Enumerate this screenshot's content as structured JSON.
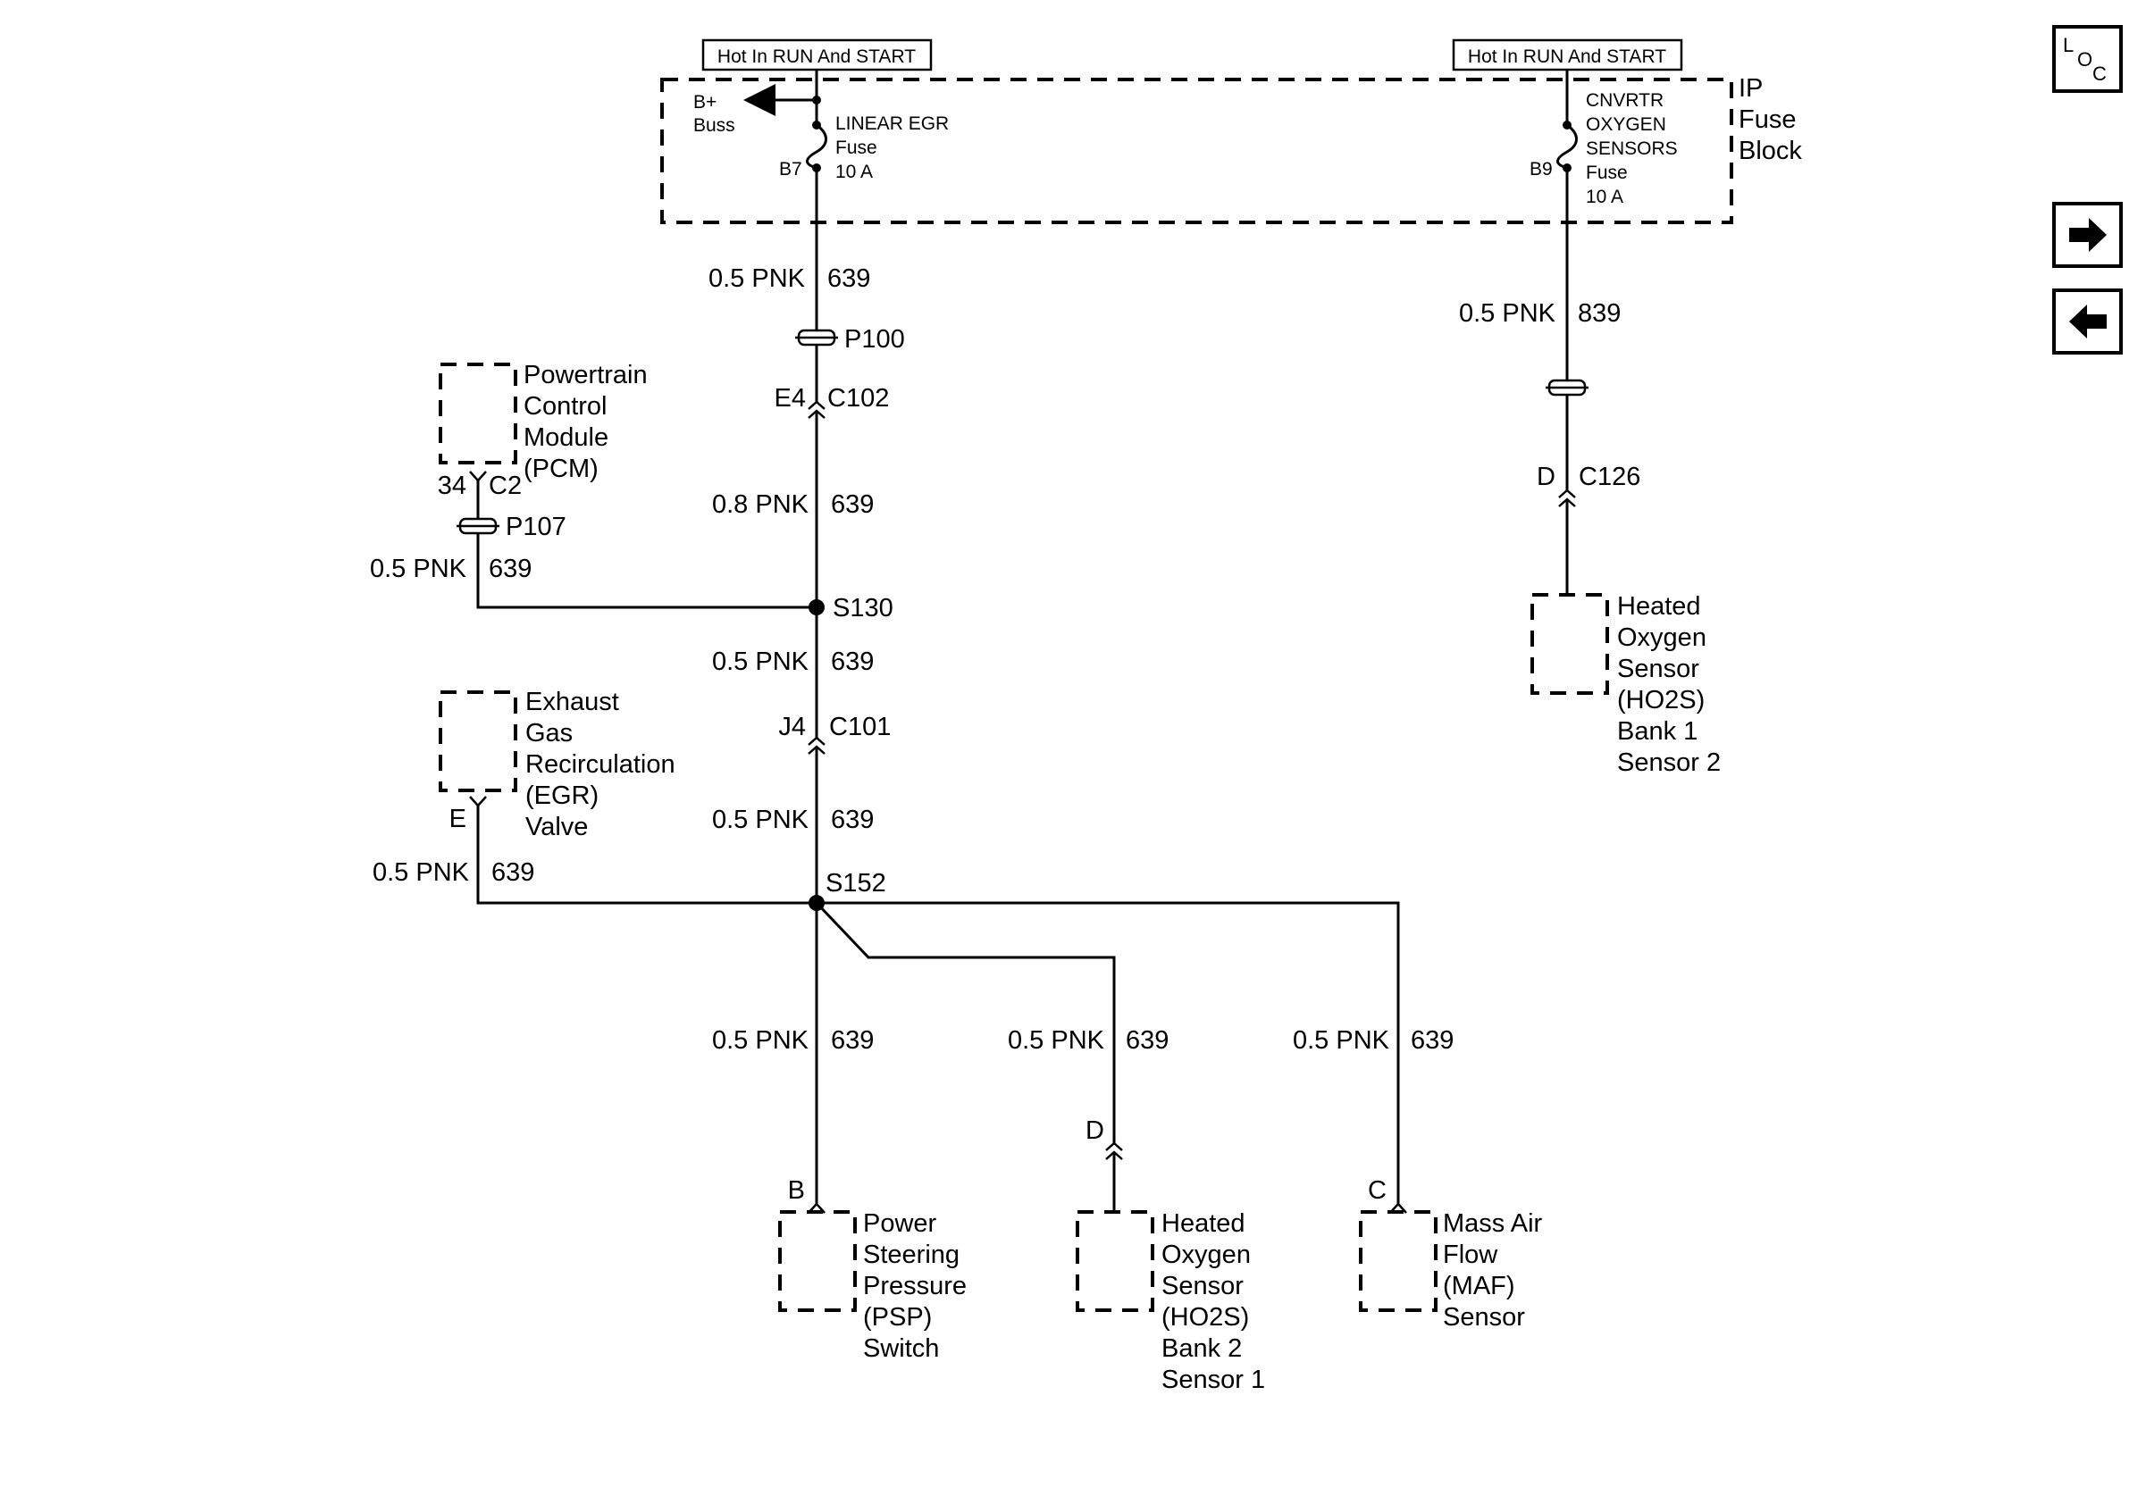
{
  "colors": {
    "ink": "#000000",
    "background": "#ffffff"
  },
  "nav": {
    "loc": {
      "l": "L",
      "o": "O",
      "c": "C"
    },
    "forward_icon": "arrow-right-icon",
    "back_icon": "arrow-left-icon"
  },
  "power": {
    "left_hot": "Hot In RUN And START",
    "right_hot": "Hot In RUN And START",
    "bplus": "B+",
    "buss": "Buss",
    "left_fuse_name": "LINEAR EGR",
    "left_fuse_word": "Fuse",
    "left_fuse_rating": "10 A",
    "left_fuse_pin": "B7",
    "right_fuse_l1": "CNVRTR",
    "right_fuse_l2": "OXYGEN",
    "right_fuse_l3": "SENSORS",
    "right_fuse_word": "Fuse",
    "right_fuse_rating": "10 A",
    "right_fuse_pin": "B9",
    "fuse_block_l1": "IP",
    "fuse_block_l2": "Fuse",
    "fuse_block_l3": "Block"
  },
  "wires": {
    "w1_gauge": "0.5 PNK",
    "w1_circuit": "639",
    "w2_gauge": "0.8 PNK",
    "w2_circuit": "639",
    "w3_gauge": "0.5 PNK",
    "w3_circuit": "639",
    "w4_gauge": "0.5 PNK",
    "w4_circuit": "639",
    "w5_gauge": "0.5 PNK",
    "w5_circuit": "639",
    "w6_gauge": "0.5 PNK",
    "w6_circuit": "639",
    "w7_gauge": "0.5 PNK",
    "w7_circuit": "639",
    "w8_gauge": "0.5 PNK",
    "w8_circuit": "639",
    "w9_gauge": "0.5 PNK",
    "w9_circuit": "639",
    "w10_gauge": "0.5 PNK",
    "w10_circuit": "839"
  },
  "connectors": {
    "p100": "P100",
    "c102_pin": "E4",
    "c102": "C102",
    "p107": "P107",
    "pcm_pin": "34",
    "pcm_conn": "C2",
    "s130": "S130",
    "c101_pin": "J4",
    "c101": "C101",
    "egr_pin": "E",
    "s152": "S152",
    "psp_pin": "B",
    "ho2s21_pin": "D",
    "maf_pin": "C",
    "c126_pin": "D",
    "c126": "C126"
  },
  "components": {
    "pcm": [
      "Powertrain",
      "Control",
      "Module",
      "(PCM)"
    ],
    "egr": [
      "Exhaust",
      "Gas",
      "Recirculation",
      "(EGR)",
      "Valve"
    ],
    "ho2s_b1s2": [
      "Heated",
      "Oxygen",
      "Sensor",
      "(HO2S)",
      "Bank 1",
      "Sensor 2"
    ],
    "psp": [
      "Power",
      "Steering",
      "Pressure",
      "(PSP)",
      "Switch"
    ],
    "ho2s_b2s1": [
      "Heated",
      "Oxygen",
      "Sensor",
      "(HO2S)",
      "Bank 2",
      "Sensor 1"
    ],
    "maf": [
      "Mass Air",
      "Flow",
      "(MAF)",
      "Sensor"
    ]
  }
}
